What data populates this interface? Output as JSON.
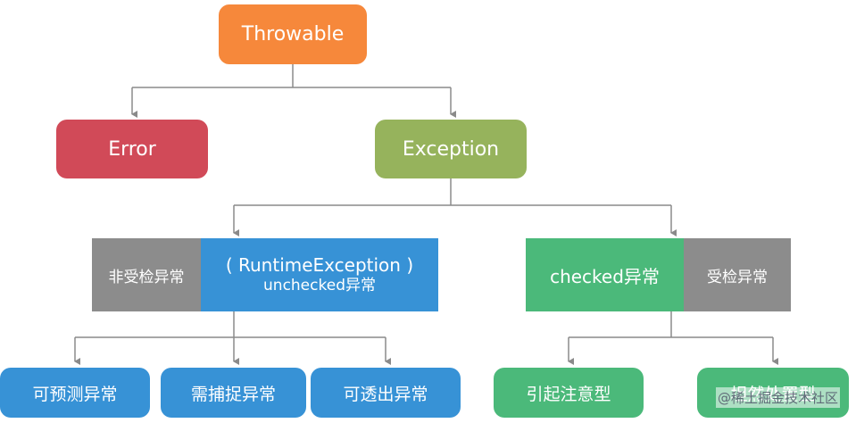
{
  "nodes": {
    "throwable": "Throwable",
    "error": "Error",
    "exception": "Exception",
    "unchecked_tag": "非受检异常",
    "runtime_line1": "( RuntimeException )",
    "runtime_line2": "unchecked异常",
    "checked": "checked异常",
    "checked_tag": "受检异常",
    "leaf_predictable": "可预测异常",
    "leaf_catch": "需捕捉异常",
    "leaf_throw": "可透出异常",
    "leaf_attention": "引起注意型",
    "leaf_handle": "坦然处置型"
  },
  "watermark": "@稀土掘金技术社区",
  "colors": {
    "throwable": "#f6883b",
    "error": "#d14a58",
    "exception": "#96b35c",
    "tag_gray": "#8c8c8c",
    "unchecked_blue": "#3792d6",
    "checked_green": "#4bb97a",
    "connector": "#8a8a8a"
  }
}
